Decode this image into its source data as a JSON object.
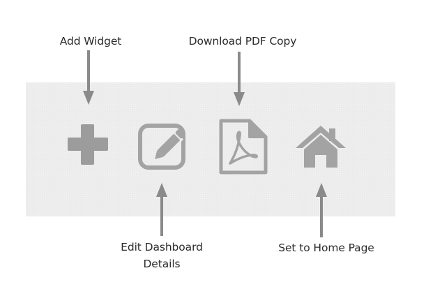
{
  "toolbar": {
    "buttons": [
      {
        "icon": "plus-icon",
        "action": "add-widget"
      },
      {
        "icon": "edit-icon",
        "action": "edit-dashboard-details"
      },
      {
        "icon": "pdf-document-icon",
        "action": "download-pdf-copy"
      },
      {
        "icon": "home-icon",
        "action": "set-to-home-page"
      }
    ],
    "icon_color": "#9c9c9c",
    "background_color": "#ececec"
  },
  "callouts": {
    "add_widget": "Add Widget",
    "download_pdf": "Download PDF Copy",
    "edit_dashboard_line1": "Edit Dashboard",
    "edit_dashboard_line2": "Details",
    "set_home": "Set to Home Page"
  },
  "colors": {
    "arrow": "#8a8a8a",
    "text": "#2b2b2b"
  }
}
